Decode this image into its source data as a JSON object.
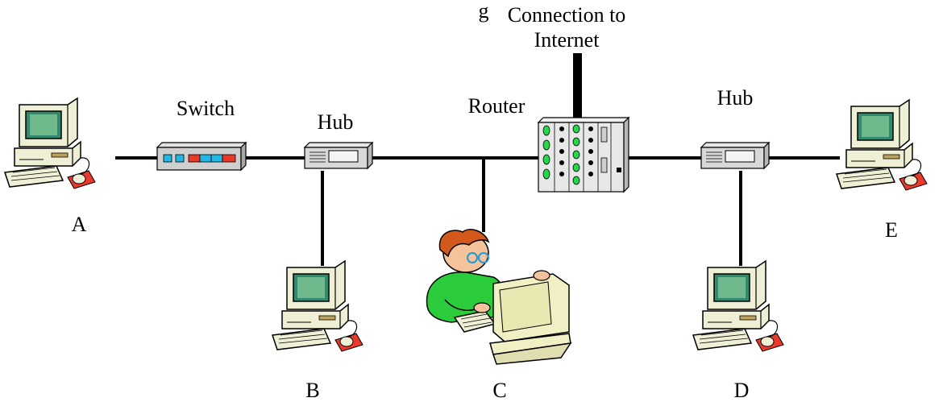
{
  "labels": {
    "cut_off_title": "g",
    "internet_line1": "Connection to",
    "internet_line2": "Internet",
    "switch": "Switch",
    "hub_left": "Hub",
    "router": "Router",
    "hub_right": "Hub",
    "node_a": "A",
    "node_b": "B",
    "node_c": "C",
    "node_d": "D",
    "node_e": "E"
  },
  "colors": {
    "cable": "#000000",
    "computer_case": "#efefd6",
    "monitor_screen": "#2f8a6e",
    "mouse_pad": "#e8392a",
    "switch_port_blue": "#22b8e6",
    "switch_port_red": "#e8392a",
    "router_led": "#22d94a",
    "person_shirt": "#2bcc3c",
    "person_hair": "#d2581b"
  }
}
